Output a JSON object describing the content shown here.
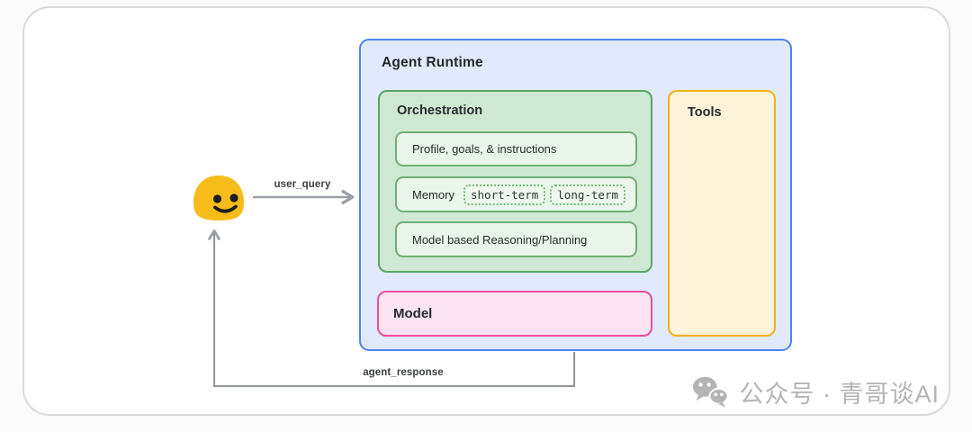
{
  "diagram": {
    "agent_runtime": {
      "title": "Agent Runtime",
      "orchestration": {
        "title": "Orchestration",
        "profile_label": "Profile, goals, & instructions",
        "memory_label": "Memory",
        "memory_chips": [
          "short-term",
          "long-term"
        ],
        "reasoning_label": "Model based Reasoning/Planning"
      },
      "model": {
        "title": "Model"
      },
      "tools": {
        "title": "Tools"
      }
    },
    "flows": {
      "user_query_label": "user_query",
      "agent_response_label": "agent_response"
    },
    "user_icon": "smiley-user-emoji"
  },
  "watermark": {
    "icon": "wechat-icon",
    "text": "公众号 · 青哥谈AI"
  },
  "colors": {
    "agent_border": "#4e86ee",
    "agent_fill": "#e1eafc",
    "orchestration_border": "#5aa562",
    "orchestration_fill": "#cfe8d4",
    "inner_item_border": "#70ae76",
    "inner_item_fill": "#e9f5ea",
    "model_border": "#ec4d9d",
    "model_fill": "#fbe3f2",
    "tools_border": "#f2b21c",
    "tools_fill": "#fcf3d8",
    "smiley_yellow": "#f7bc19",
    "arrow_gray": "#9aa0a6",
    "watermark_gray": "#b4b4b4"
  }
}
